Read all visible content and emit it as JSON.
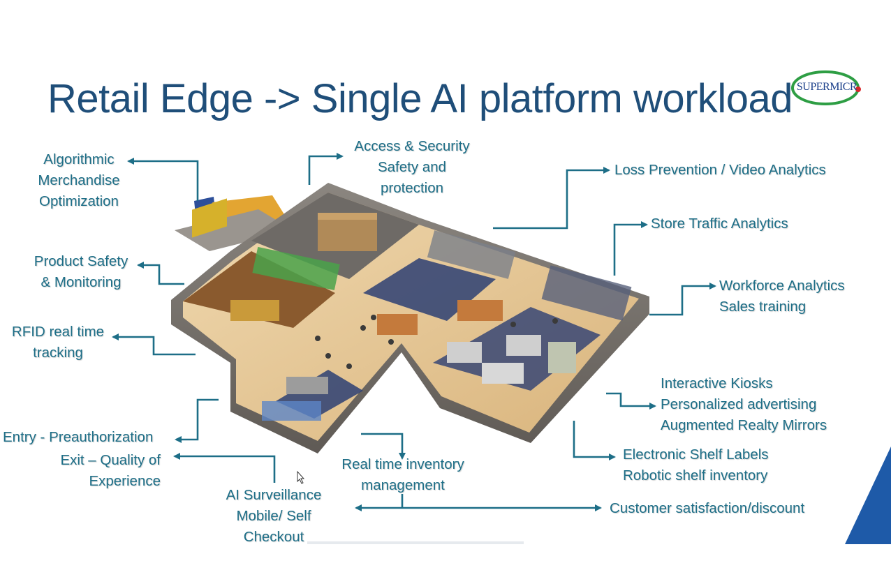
{
  "title": "Retail Edge -> Single AI platform workload",
  "logo": {
    "text": "SUPERMICR"
  },
  "labels": {
    "algorithmic": [
      "Algorithmic",
      "Merchandise",
      "Optimization"
    ],
    "access": [
      "Access & Security",
      "Safety and",
      "protection"
    ],
    "loss": [
      "Loss Prevention / Video Analytics"
    ],
    "traffic": [
      "Store Traffic Analytics"
    ],
    "product": [
      "Product Safety",
      "& Monitoring"
    ],
    "workforce": [
      "Workforce Analytics",
      "Sales training"
    ],
    "rfid": [
      "RFID real time",
      "tracking"
    ],
    "kiosks": [
      "Interactive Kiosks",
      "Personalized advertising",
      "Augmented Realty Mirrors"
    ],
    "entry": [
      "Entry - Preauthorization"
    ],
    "exit": [
      "Exit – Quality of",
      "Experience"
    ],
    "inventory": [
      "Real time inventory",
      "management"
    ],
    "shelf": [
      "Electronic Shelf Labels",
      "Robotic shelf inventory"
    ],
    "surveillance": [
      "AI Surveillance",
      "Mobile/ Self",
      "Checkout"
    ],
    "satisfaction": [
      "Customer satisfaction/discount"
    ]
  },
  "colors": {
    "title": "#1f4e79",
    "label": "#1d6e87",
    "arrow": "#1d6e87"
  }
}
